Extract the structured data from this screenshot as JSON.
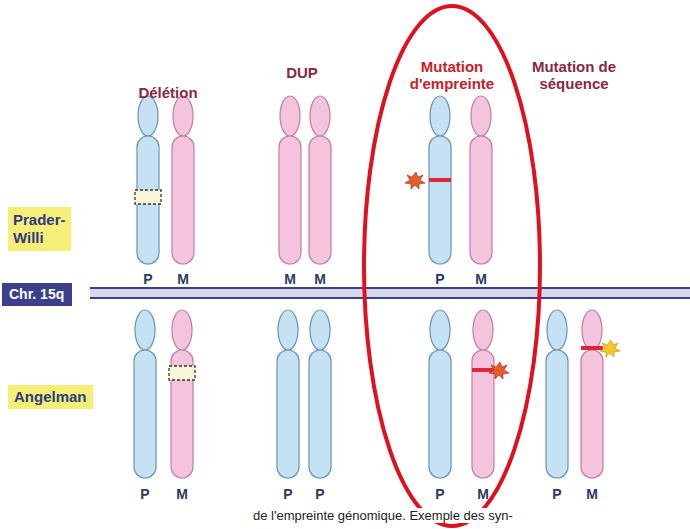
{
  "diagram": {
    "caption": "de l'empreinte génomique. Exemple des syn-",
    "nodes": [
      {
        "text": [
          "Prader- Willi"
        ]
      },
      {
        "text": [
          "Chr. 15q"
        ]
      },
      {
        "text": [
          "Angelman"
        ]
      }
    ],
    "labels": [
      "Délétion",
      "DUP",
      "Mutation d'empreinte",
      "Mutation de séquence",
      "P",
      "M",
      "M",
      "M",
      "P",
      "M",
      "P",
      "M",
      "P",
      "P",
      "P",
      "M",
      "P",
      "M"
    ]
  }
}
